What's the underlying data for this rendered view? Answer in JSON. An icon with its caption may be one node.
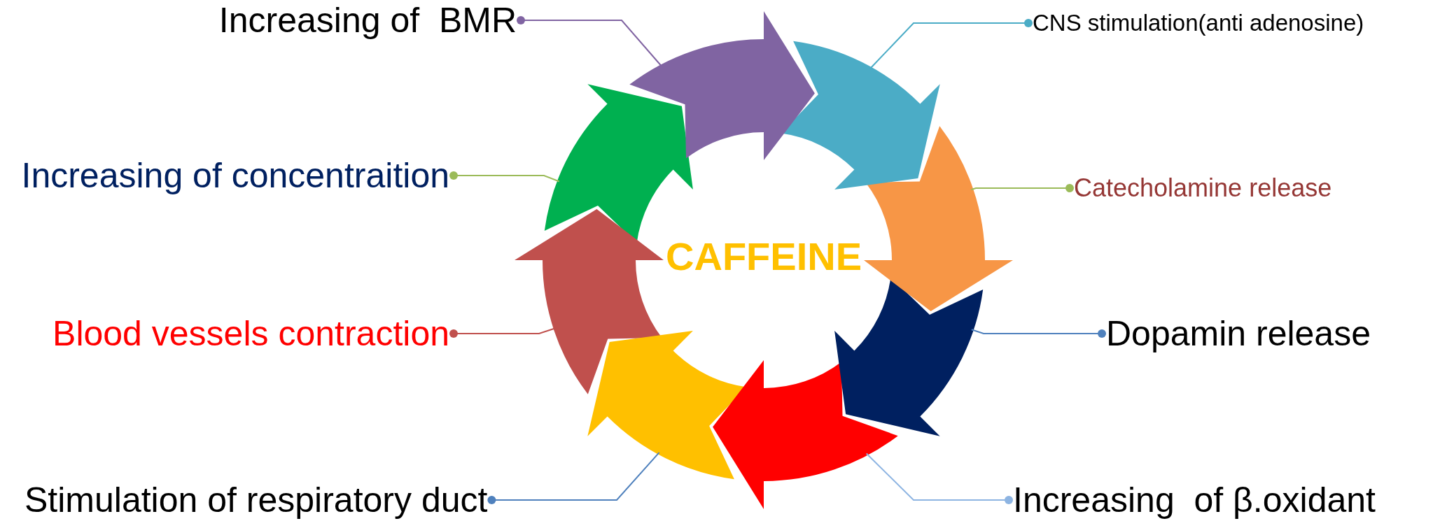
{
  "diagram": {
    "nodes": [
      {
        "text": [],
        "shape": "arrow"
      },
      {
        "text": [],
        "shape": "arrow"
      },
      {
        "text": [],
        "shape": "arrow"
      },
      {
        "text": [],
        "shape": "arrow"
      },
      {
        "text": [],
        "shape": "arrow"
      },
      {
        "text": [],
        "shape": "arrow"
      },
      {
        "text": [],
        "shape": "arrow"
      },
      {
        "text": [],
        "shape": "arrow"
      },
      {
        "text": [
          "Increasing of  BMR"
        ]
      },
      {
        "text": [
          "CNS stimulation(anti adenosine)"
        ]
      },
      {
        "text": [
          "Increasing of concentraition"
        ]
      },
      {
        "text": [
          "Catecholamine release"
        ]
      },
      {
        "text": [
          "Blood vessels contraction"
        ]
      },
      {
        "text": [
          "Dopamin release"
        ]
      },
      {
        "text": [
          "Stimulation of respiratory duct"
        ]
      },
      {
        "text": [
          "Increasing  of β.oxidant"
        ]
      }
    ],
    "edges": [
      {
        "from": 8,
        "to": 0,
        "arrow": "other",
        "color": "#8064a2"
      },
      {
        "from": 9,
        "to": 1,
        "arrow": "other",
        "color": "#4bacc6"
      },
      {
        "from": 10,
        "to": 7,
        "arrow": "other",
        "color": "#9bbb59"
      },
      {
        "from": 11,
        "to": 2,
        "arrow": "other",
        "color": "#9bbb59"
      },
      {
        "from": 12,
        "to": 6,
        "arrow": "other",
        "color": "#c0504d"
      },
      {
        "from": 13,
        "to": 3,
        "arrow": "other",
        "color": "#4f81bd"
      },
      {
        "from": 14,
        "to": 5,
        "arrow": "other",
        "color": "#4f81bd"
      },
      {
        "from": 15,
        "to": 4,
        "arrow": "other",
        "color": "#8db4e2"
      }
    ],
    "labels": [
      "CAFFEINE"
    ]
  }
}
